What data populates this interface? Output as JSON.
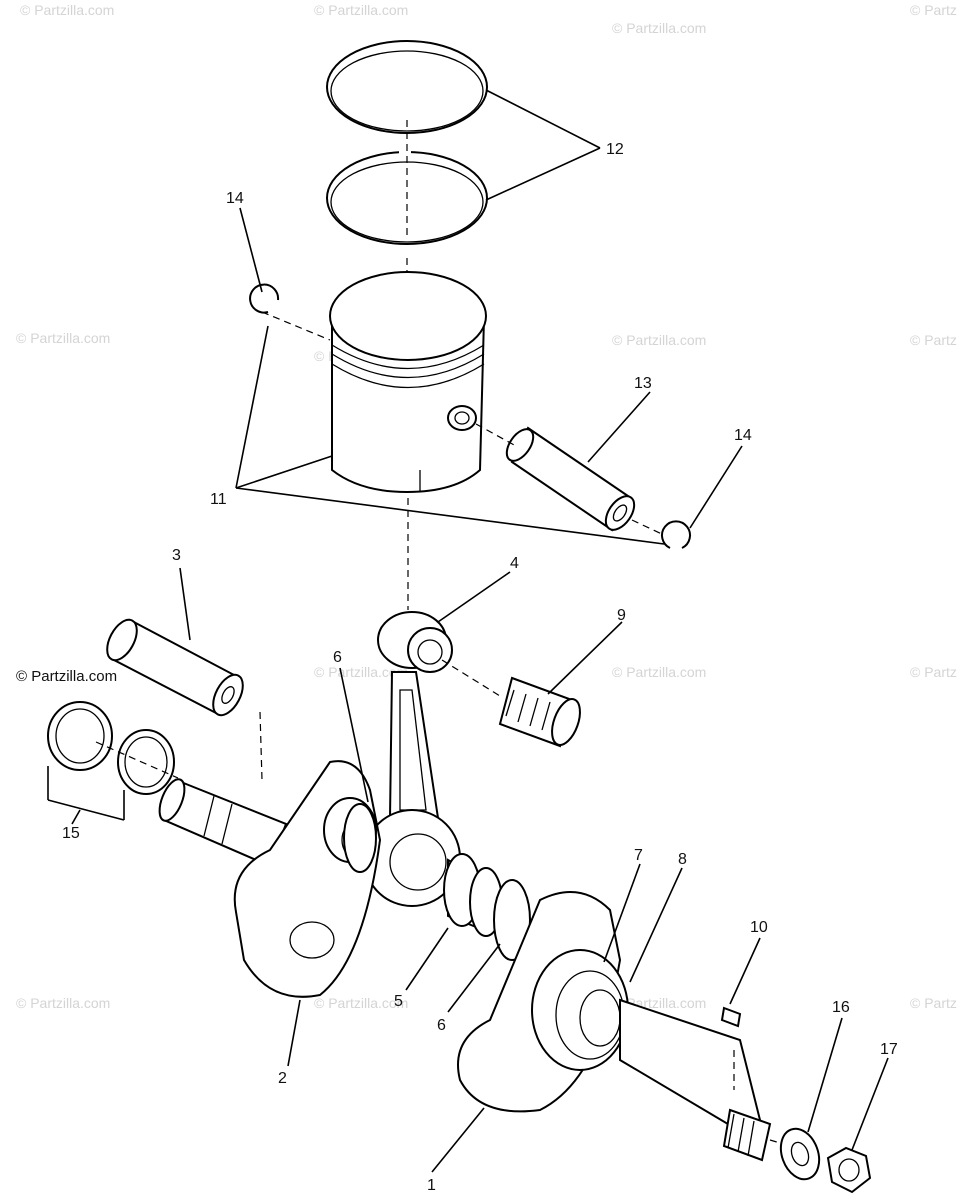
{
  "watermarks": {
    "text": "© Partzilla.com",
    "edge_text": "© Partz"
  },
  "labels": {
    "l1": "1",
    "l2": "2",
    "l3": "3",
    "l4": "4",
    "l5": "5",
    "l6a": "6",
    "l6b": "6",
    "l7": "7",
    "l8": "8",
    "l9": "9",
    "l10": "10",
    "l11": "11",
    "l12": "12",
    "l13": "13",
    "l14a": "14",
    "l14b": "14",
    "l15": "15",
    "l16": "16",
    "l17": "17"
  }
}
